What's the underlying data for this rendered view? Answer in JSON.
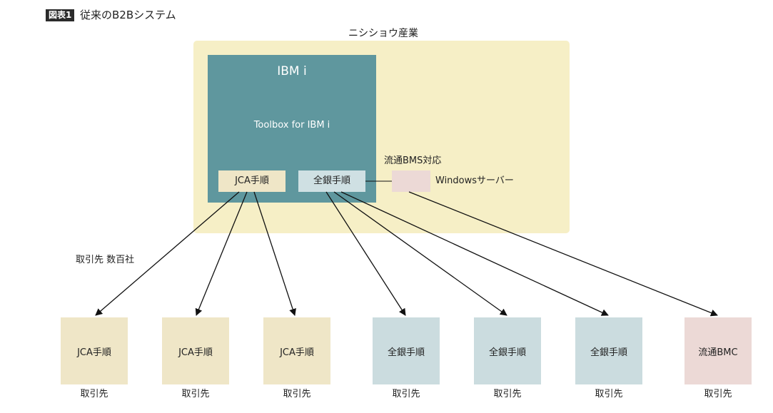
{
  "figure": {
    "label": "図表1",
    "title": "従来のB2Bシステム"
  },
  "company": {
    "name": "ニシショウ産業",
    "system": "IBM i",
    "middleware": "Toolbox for IBM i",
    "protocols": [
      "JCA手順",
      "全銀手順"
    ],
    "ryutsu_label": "流通BMS対応",
    "windows_label": "Windowsサーバー"
  },
  "partners_label": "取引先 数百社",
  "partners": [
    {
      "protocol": "JCA手順",
      "caption": "取引先",
      "kind": "jca"
    },
    {
      "protocol": "JCA手順",
      "caption": "取引先",
      "kind": "jca"
    },
    {
      "protocol": "JCA手順",
      "caption": "取引先",
      "kind": "jca"
    },
    {
      "protocol": "全銀手順",
      "caption": "取引先",
      "kind": "zengin"
    },
    {
      "protocol": "全銀手順",
      "caption": "取引先",
      "kind": "zengin"
    },
    {
      "protocol": "全銀手順",
      "caption": "取引先",
      "kind": "zengin"
    },
    {
      "protocol": "流通BMC",
      "caption": "取引先",
      "kind": "bmc"
    }
  ],
  "colors": {
    "region": "#f6efc6",
    "ibm_box": "#5f979e",
    "jca": "#efe6c7",
    "zengin": "#cbdcdf",
    "bmc": "#ecd9d6",
    "arrow": "#111111"
  }
}
